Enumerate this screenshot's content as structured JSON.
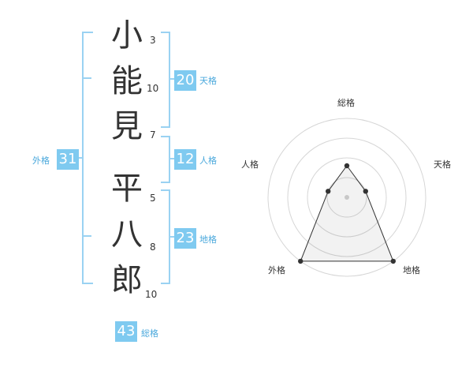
{
  "name": {
    "chars": [
      {
        "char": "小",
        "strokes": "3"
      },
      {
        "char": "能",
        "strokes": "10"
      },
      {
        "char": "見",
        "strokes": "7"
      },
      {
        "char": "平",
        "strokes": "5"
      },
      {
        "char": "八",
        "strokes": "8"
      },
      {
        "char": "郎",
        "strokes": "10"
      }
    ]
  },
  "kakusu": {
    "tenkaku": {
      "value": "20",
      "label": "天格"
    },
    "jinkaku": {
      "value": "12",
      "label": "人格"
    },
    "chikaku": {
      "value": "23",
      "label": "地格"
    },
    "gaikaku": {
      "value": "31",
      "label": "外格"
    },
    "soukaku": {
      "value": "43",
      "label": "総格"
    }
  },
  "radar": {
    "labels": {
      "soukaku": "総格",
      "tenkaku": "天格",
      "chikaku": "地格",
      "gaikaku": "外格",
      "jinkaku": "人格"
    },
    "rings": 4,
    "max": 4,
    "values": {
      "soukaku": 1.6,
      "tenkaku": 1.0,
      "chikaku": 4.0,
      "gaikaku": 4.0,
      "jinkaku": 1.0
    }
  },
  "colors": {
    "badge": "#7fcaf0",
    "bracket": "#9ad2f2",
    "label": "#4aa8dc",
    "text": "#333333"
  }
}
